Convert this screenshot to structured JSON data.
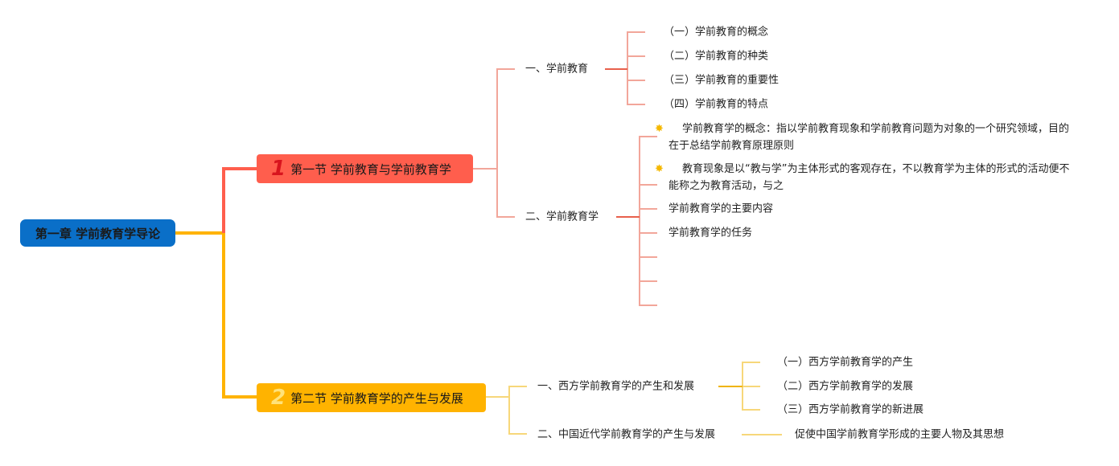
{
  "root": {
    "title": "第一章 学前教育学导论"
  },
  "sections": [
    {
      "number": "1",
      "title": "第一节 学前教育与学前教育学",
      "color": "#ff5e4d",
      "topics": [
        {
          "title": "一、学前教育",
          "items": [
            "（一）学前教育的概念",
            "（二）学前教育的种类",
            "（三）学前教育的重要性",
            "（四）学前教育的特点"
          ]
        },
        {
          "title": "二、学前教育学",
          "items": [
            "学前教育学的概念：指以学前教育现象和学前教育问题为对象的一个研究领域，目的在于总结学前教育原理原则",
            "教育现象是以“教与学”为主体形式的客观存在，不以教育学为主体的形式的活动便不能称之为教育活动，与之",
            "学前教育学的主要内容",
            "学前教育学的任务"
          ]
        }
      ]
    },
    {
      "number": "2",
      "title": "第二节 学前教育学的产生与发展",
      "color": "#ffb300",
      "topics": [
        {
          "title": "一、西方学前教育学的产生和发展",
          "items": [
            "（一）西方学前教育学的产生",
            "（二）西方学前教育学的发展",
            "（三）西方学前教育学的新进展"
          ]
        },
        {
          "title": "二、中国近代学前教育学的产生与发展",
          "items": [
            "促使中国学前教育学形成的主要人物及其思想"
          ]
        }
      ]
    }
  ],
  "icons": {
    "star": "star-icon"
  }
}
